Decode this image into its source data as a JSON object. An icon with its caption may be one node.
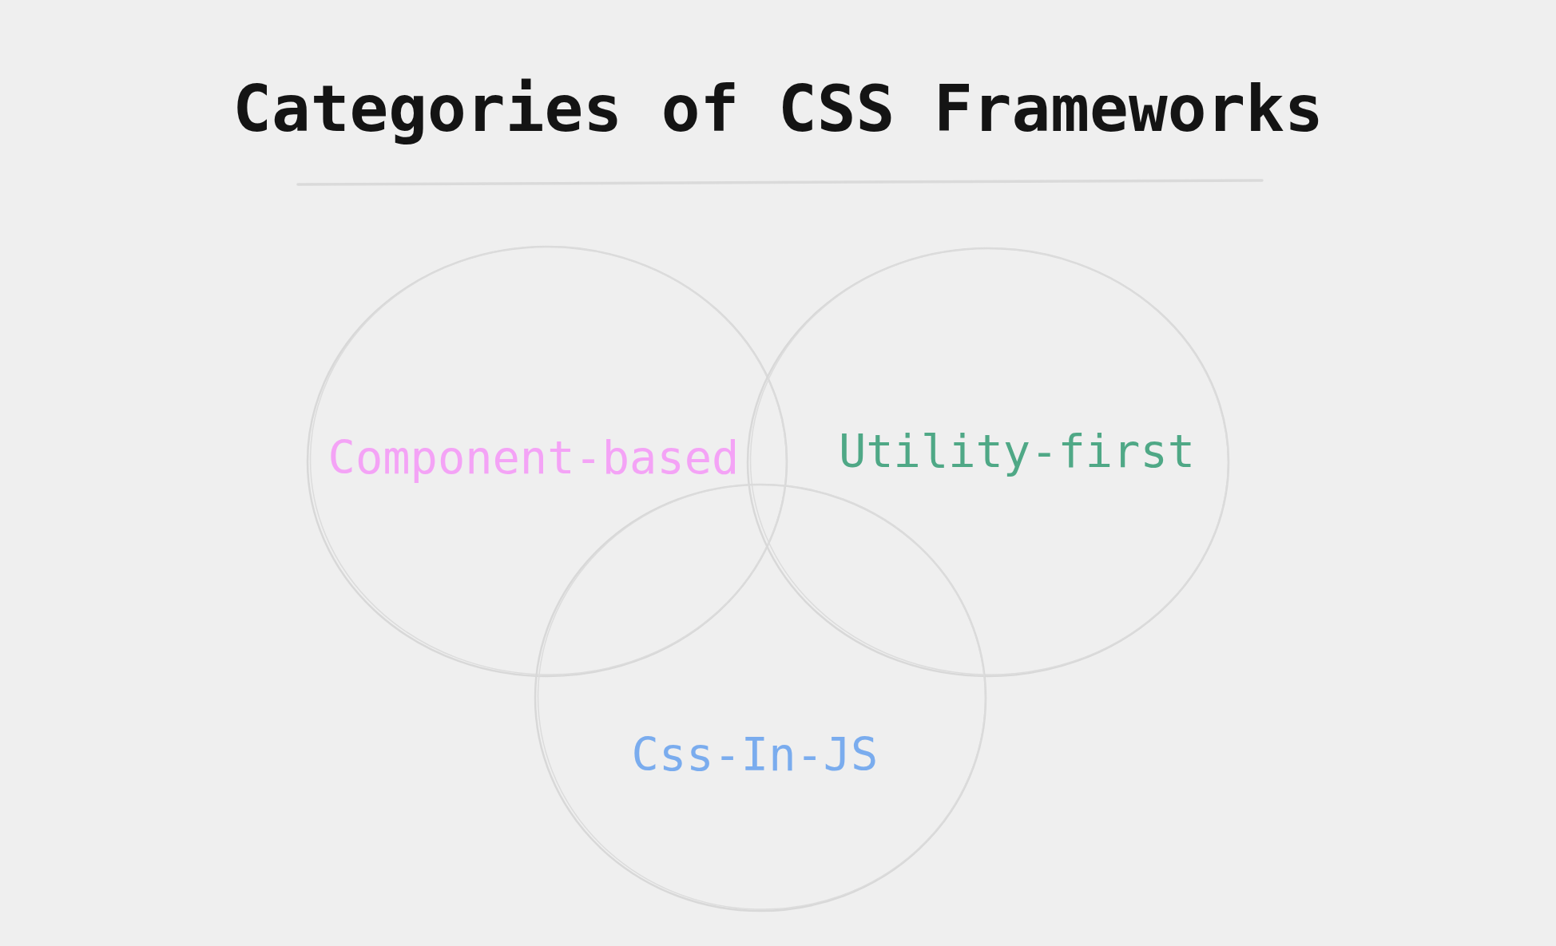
{
  "diagram": {
    "title": "Categories of CSS Frameworks",
    "nodes": [
      {
        "text": [
          "Component-based"
        ]
      },
      {
        "text": [
          "Utility-first"
        ]
      },
      {
        "text": [
          "Css-In-JS"
        ]
      }
    ],
    "edges": []
  }
}
